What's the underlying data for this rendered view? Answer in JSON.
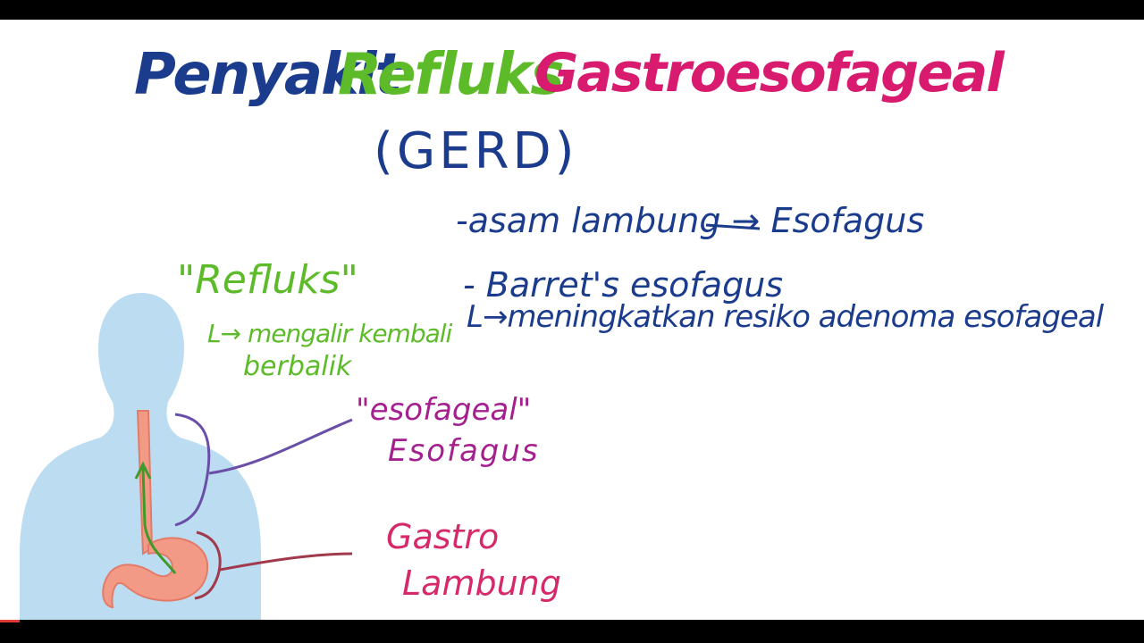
{
  "title": {
    "word1": "Penyakit",
    "word2": "Refluks",
    "word3": "Gastroesofageal",
    "abbr": "(GERD)"
  },
  "notes": {
    "line1": "-asam lambung → Esofagus",
    "line2": "- Barret's esofagus",
    "line3": "L→meningkatkan resiko adenoma esofageal"
  },
  "labels": {
    "refluks_term": "\"Refluks\"",
    "refluks_meaning": "L→ mengalir kembali",
    "refluks_meaning2": "berbalik",
    "esofageal_term": "\"esofageal\"",
    "esofageal_meaning": "Esofagus",
    "gastro_term": "Gastro",
    "gastro_meaning": "Lambung"
  },
  "colors": {
    "blue_ink": "#1b3c8c",
    "green_ink": "#5dbb2a",
    "pink_ink": "#d81b6e",
    "purple_ink": "#a4208e",
    "body_fill": "#bcdcf2",
    "organ_fill": "#f29a86"
  }
}
